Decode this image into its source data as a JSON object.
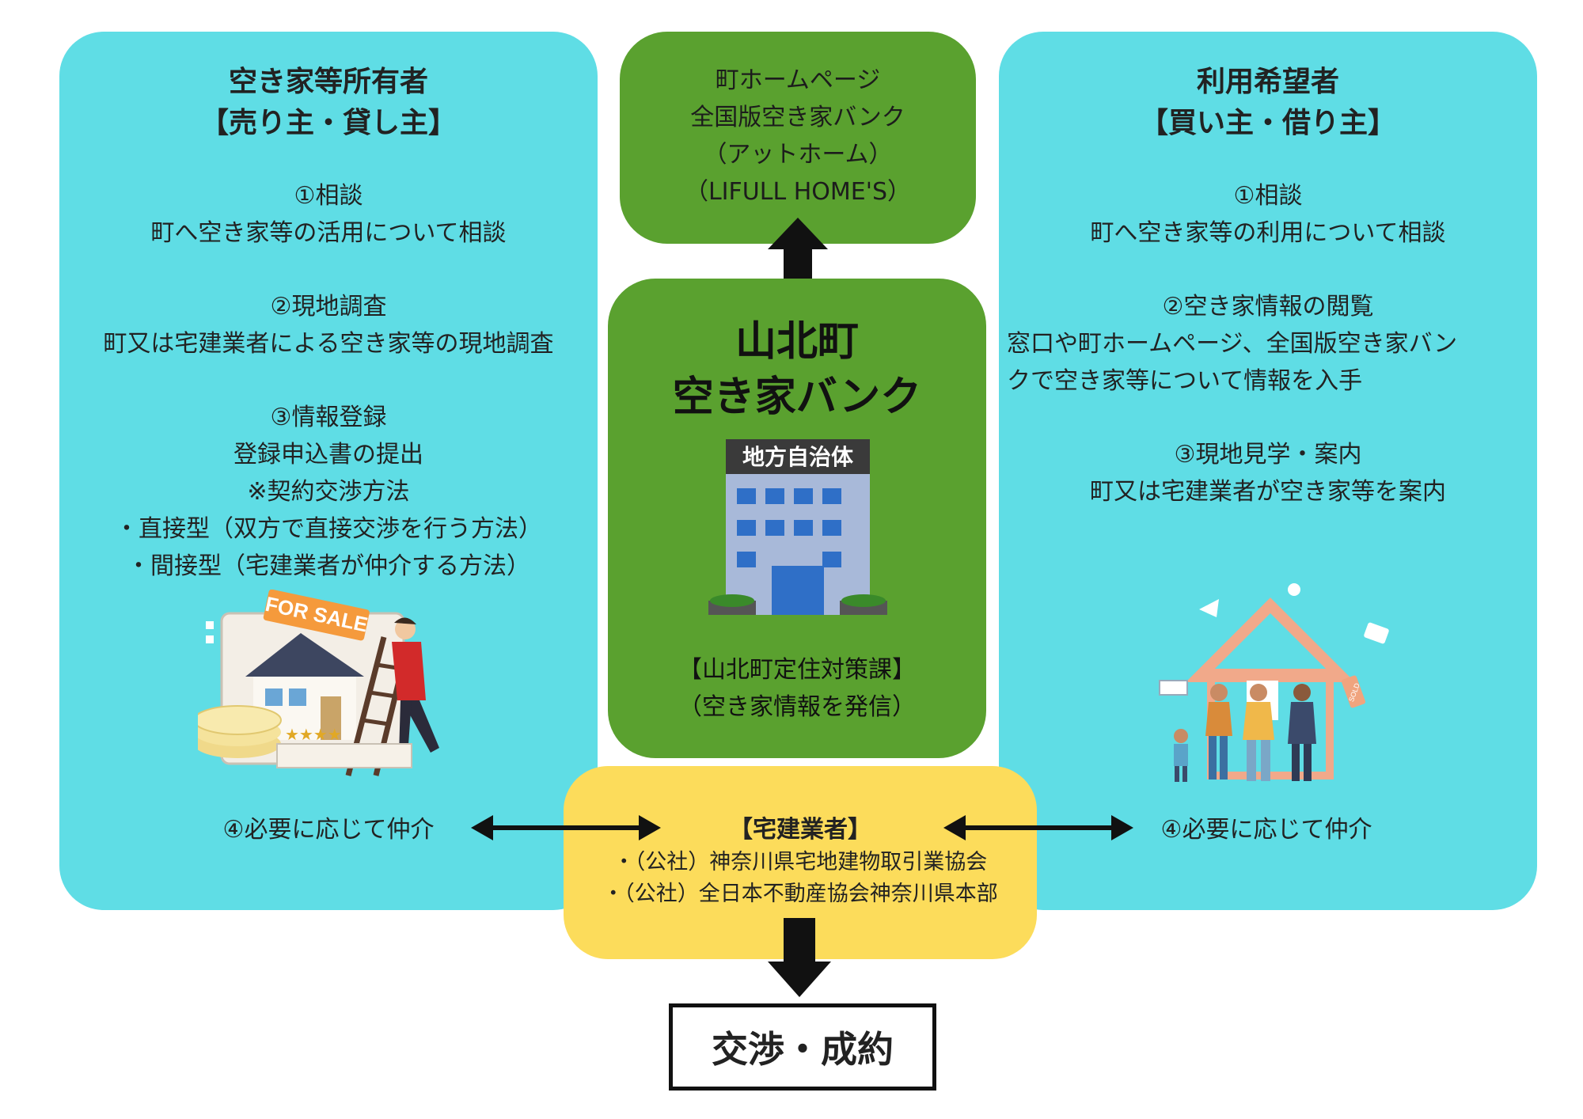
{
  "left": {
    "title_line1": "空き家等所有者",
    "title_line2": "【売り主・貸し主】",
    "s1_head": "①相談",
    "s1_body": "町へ空き家等の活用について相談",
    "s2_head": "②現地調査",
    "s2_body": "町又は宅建業者による空き家等の現地調査",
    "s3_head": "③情報登録",
    "s3_l1": "登録申込書の提出",
    "s3_l2": "※契約交渉方法",
    "s3_l3": "・直接型（双方で直接交渉を行う方法）",
    "s3_l4": "・間接型（宅建業者が仲介する方法）",
    "s4": "④必要に応じて仲介",
    "sign_text": "FOR SALE"
  },
  "right": {
    "title_line1": "利用希望者",
    "title_line2": "【買い主・借り主】",
    "s1_head": "①相談",
    "s1_body": "町へ空き家等の利用について相談",
    "s2_head": "②空き家情報の閲覧",
    "s2_l1": "窓口や町ホームページ、全国版空き家バン",
    "s2_l2": "クで空き家等について情報を入手",
    "s3_head": "③現地見学・案内",
    "s3_body": "町又は宅建業者が空き家等を案内",
    "s4": "④必要に応じて仲介",
    "tag_text": "SOLD"
  },
  "top": {
    "l1": "町ホームページ",
    "l2": "全国版空き家バンク",
    "l3": "（アットホーム）",
    "l4": "（LIFULL HOME'S）"
  },
  "center": {
    "title1": "山北町",
    "title2": "空き家バンク",
    "building_sign": "地方自治体",
    "dept": "【山北町定住対策課】",
    "dept_sub": "（空き家情報を発信）"
  },
  "realtor": {
    "title": "【宅建業者】",
    "l1": "・（公社）神奈川県宅地建物取引業協会",
    "l2": "・（公社）全日本不動産協会神奈川県本部"
  },
  "result": "交渉・成約",
  "colors": {
    "cyan": "#5fdde5",
    "green": "#5aa12f",
    "yellow": "#fcdc5b",
    "arrow": "#111111"
  }
}
